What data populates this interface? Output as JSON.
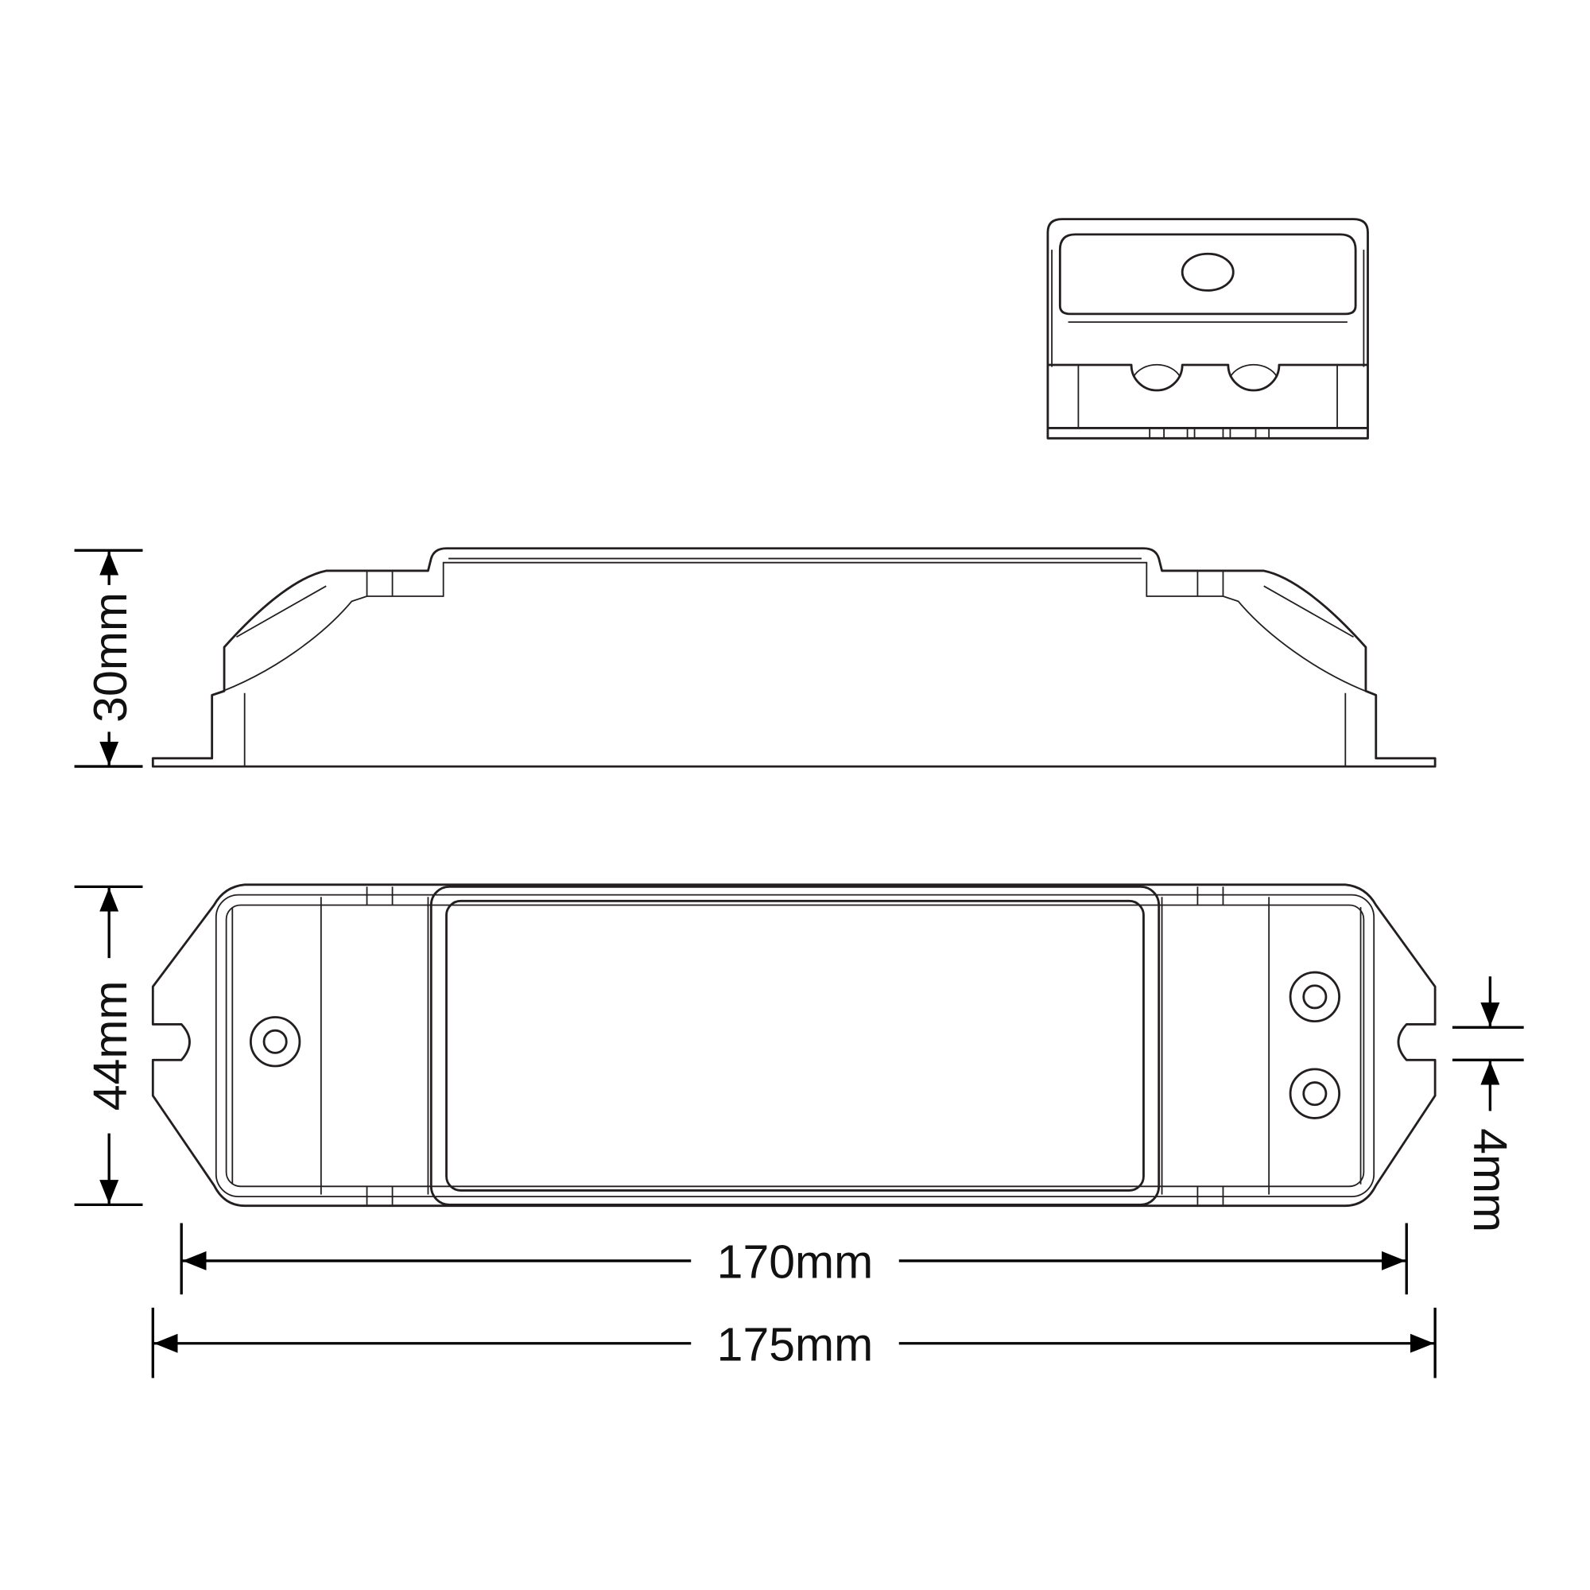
{
  "dimensions": {
    "height": "30mm",
    "width": "44mm",
    "hole_spacing": "4mm",
    "hole_pitch_length": "170mm",
    "overall_length": "175mm"
  },
  "colors": {
    "line": "#231f20",
    "background": "#ffffff"
  }
}
